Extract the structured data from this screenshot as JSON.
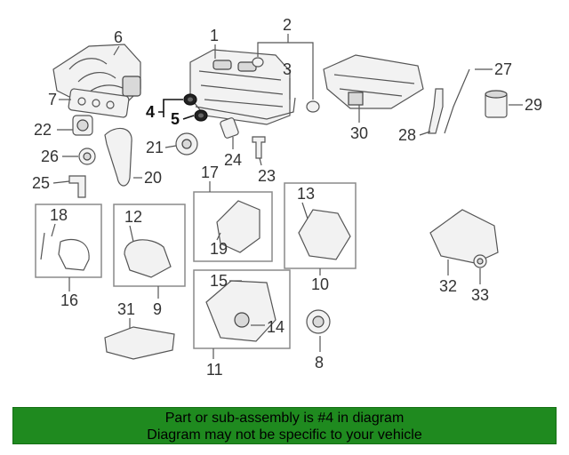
{
  "callouts": {
    "c1": "1",
    "c2": "2",
    "c3": "3",
    "c4": "4",
    "c5": "5",
    "c6": "6",
    "c7": "7",
    "c8": "8",
    "c9": "9",
    "c10": "10",
    "c11": "11",
    "c12": "12",
    "c13": "13",
    "c14": "14",
    "c15": "15",
    "c16": "16",
    "c17": "17",
    "c18": "18",
    "c19": "19",
    "c20": "20",
    "c21": "21",
    "c22": "22",
    "c23": "23",
    "c24": "24",
    "c25": "25",
    "c26": "26",
    "c27": "27",
    "c28": "28",
    "c29": "29",
    "c30": "30",
    "c31": "31",
    "c32": "32",
    "c33": "33"
  },
  "highlight_color": "#1f8a1f",
  "banner": {
    "line1": "Part or sub-assembly is #4 in diagram",
    "line2": "Diagram may not be specific to your vehicle"
  }
}
